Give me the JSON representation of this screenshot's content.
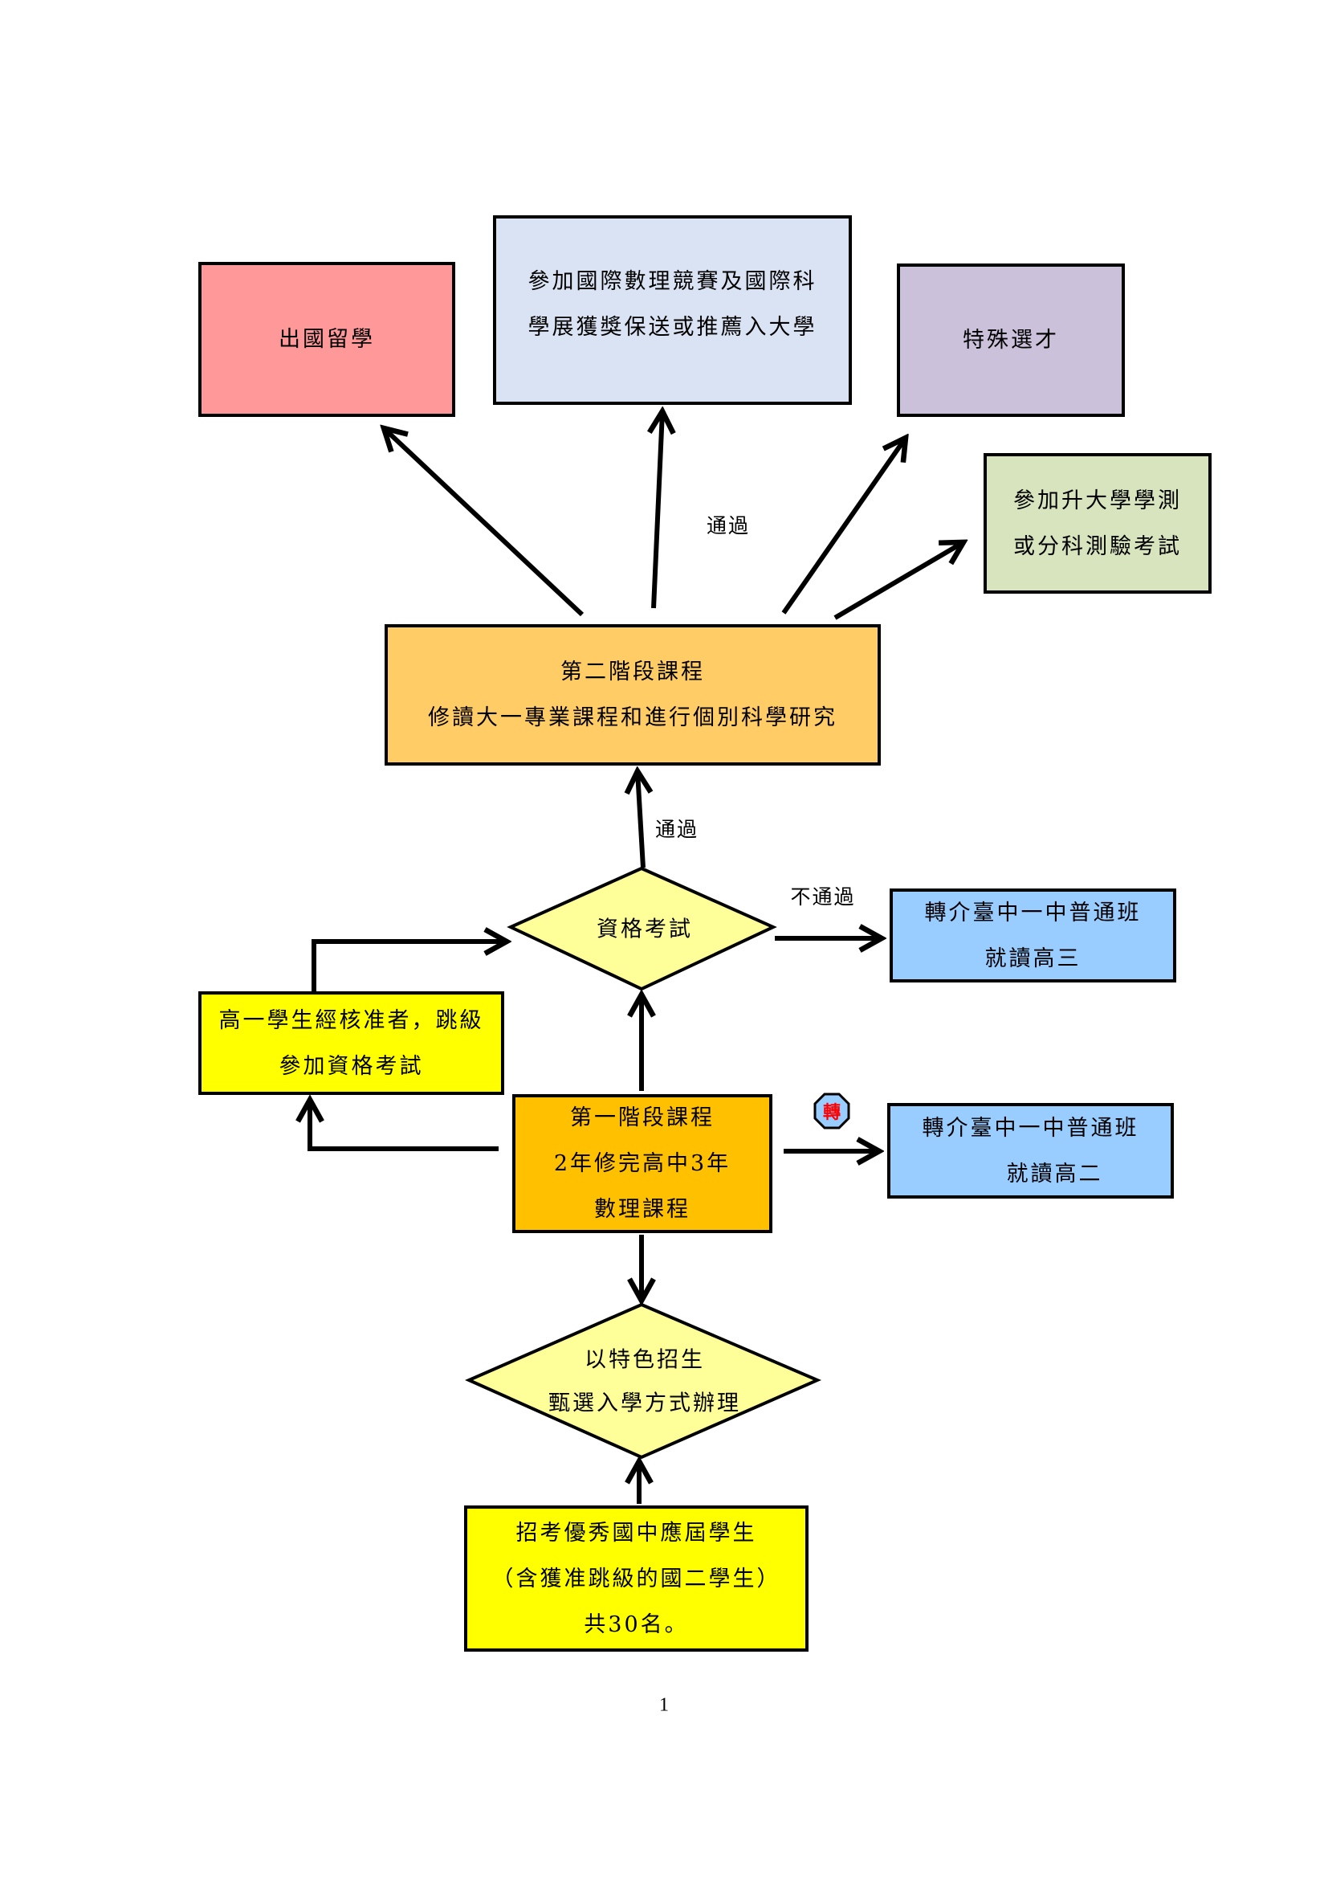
{
  "colors": {
    "study_abroad": "#FF9999",
    "competition": "#DAE3F3",
    "special_selection": "#CCC1DA",
    "university_exam": "#D7E4BD",
    "stage2": "#FFCC66",
    "stage1": "#FFC000",
    "diamond": "#FFFF99",
    "yellow_box": "#FFFF00",
    "transfer_box": "#99CCFF",
    "badge_fill": "#99CCFF",
    "badge_text": "#FF0000",
    "line": "#000000"
  },
  "outcomes": {
    "study_abroad": {
      "lines": [
        "出國留學"
      ]
    },
    "competition": {
      "lines": [
        "參加國際數理競賽及國際科",
        "學展獲獎保送或推薦入大學"
      ]
    },
    "special_selection": {
      "lines": [
        "特殊選才"
      ]
    },
    "university_exam": {
      "lines": [
        "參加升大學學測",
        "或分科測驗考試"
      ]
    }
  },
  "labels": {
    "pass_top": "通過",
    "pass_middle": "通過",
    "fail": "不通過"
  },
  "stage2": {
    "lines": [
      "第二階段課程",
      "修讀大一專業課程和進行個別科學研究"
    ]
  },
  "qualification_exam": {
    "lines": [
      "資格考試"
    ]
  },
  "transfer_grade12": {
    "lines": [
      "轉介臺中一中普通班",
      "就讀高三"
    ]
  },
  "skip_grade": {
    "lines": [
      "高一學生經核准者，跳級",
      "參加資格考試"
    ]
  },
  "stage1": {
    "lines": [
      "第一階段課程",
      "2年修完高中3年",
      "數理課程"
    ]
  },
  "transfer_badge": {
    "text": "轉",
    "icon": "octagon-transfer-icon"
  },
  "transfer_grade11": {
    "lines": [
      "轉介臺中一中普通班",
      "就讀高二"
    ]
  },
  "admission_method": {
    "lines": [
      "以特色招生",
      "甄選入學方式辦理"
    ]
  },
  "recruitment": {
    "lines": [
      "招考優秀國中應屆學生",
      "（含獲准跳級的國二學生）",
      "共30名。"
    ]
  },
  "page_number": "1"
}
